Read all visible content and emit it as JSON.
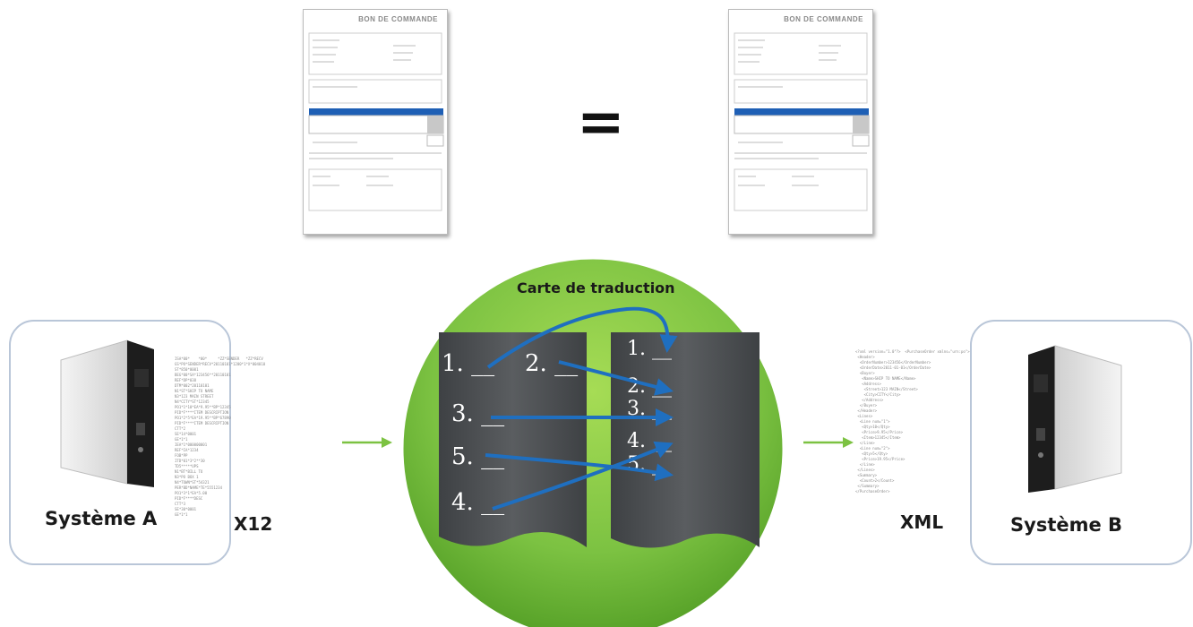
{
  "documents": [
    {
      "title": "BON DE COMMANDE"
    },
    {
      "title": "BON DE COMMANDE"
    }
  ],
  "equals_sign": "=",
  "system_a": {
    "label": "Système A",
    "format": "X12"
  },
  "system_b": {
    "label": "Système B",
    "format": "XML"
  },
  "translation_map": {
    "title": "Carte de traduction",
    "source_fields": [
      "1. __",
      "2. __",
      "3. __",
      "5. __",
      "4. __"
    ],
    "target_fields": [
      "1. __",
      "2. __",
      "3. __",
      "4. __",
      "5. __"
    ]
  },
  "colors": {
    "circle_green": "#7cc242",
    "arrow_blue": "#1f6fc0",
    "sheet_gray": "#505356",
    "flow_arrow": "#7cc242"
  }
}
